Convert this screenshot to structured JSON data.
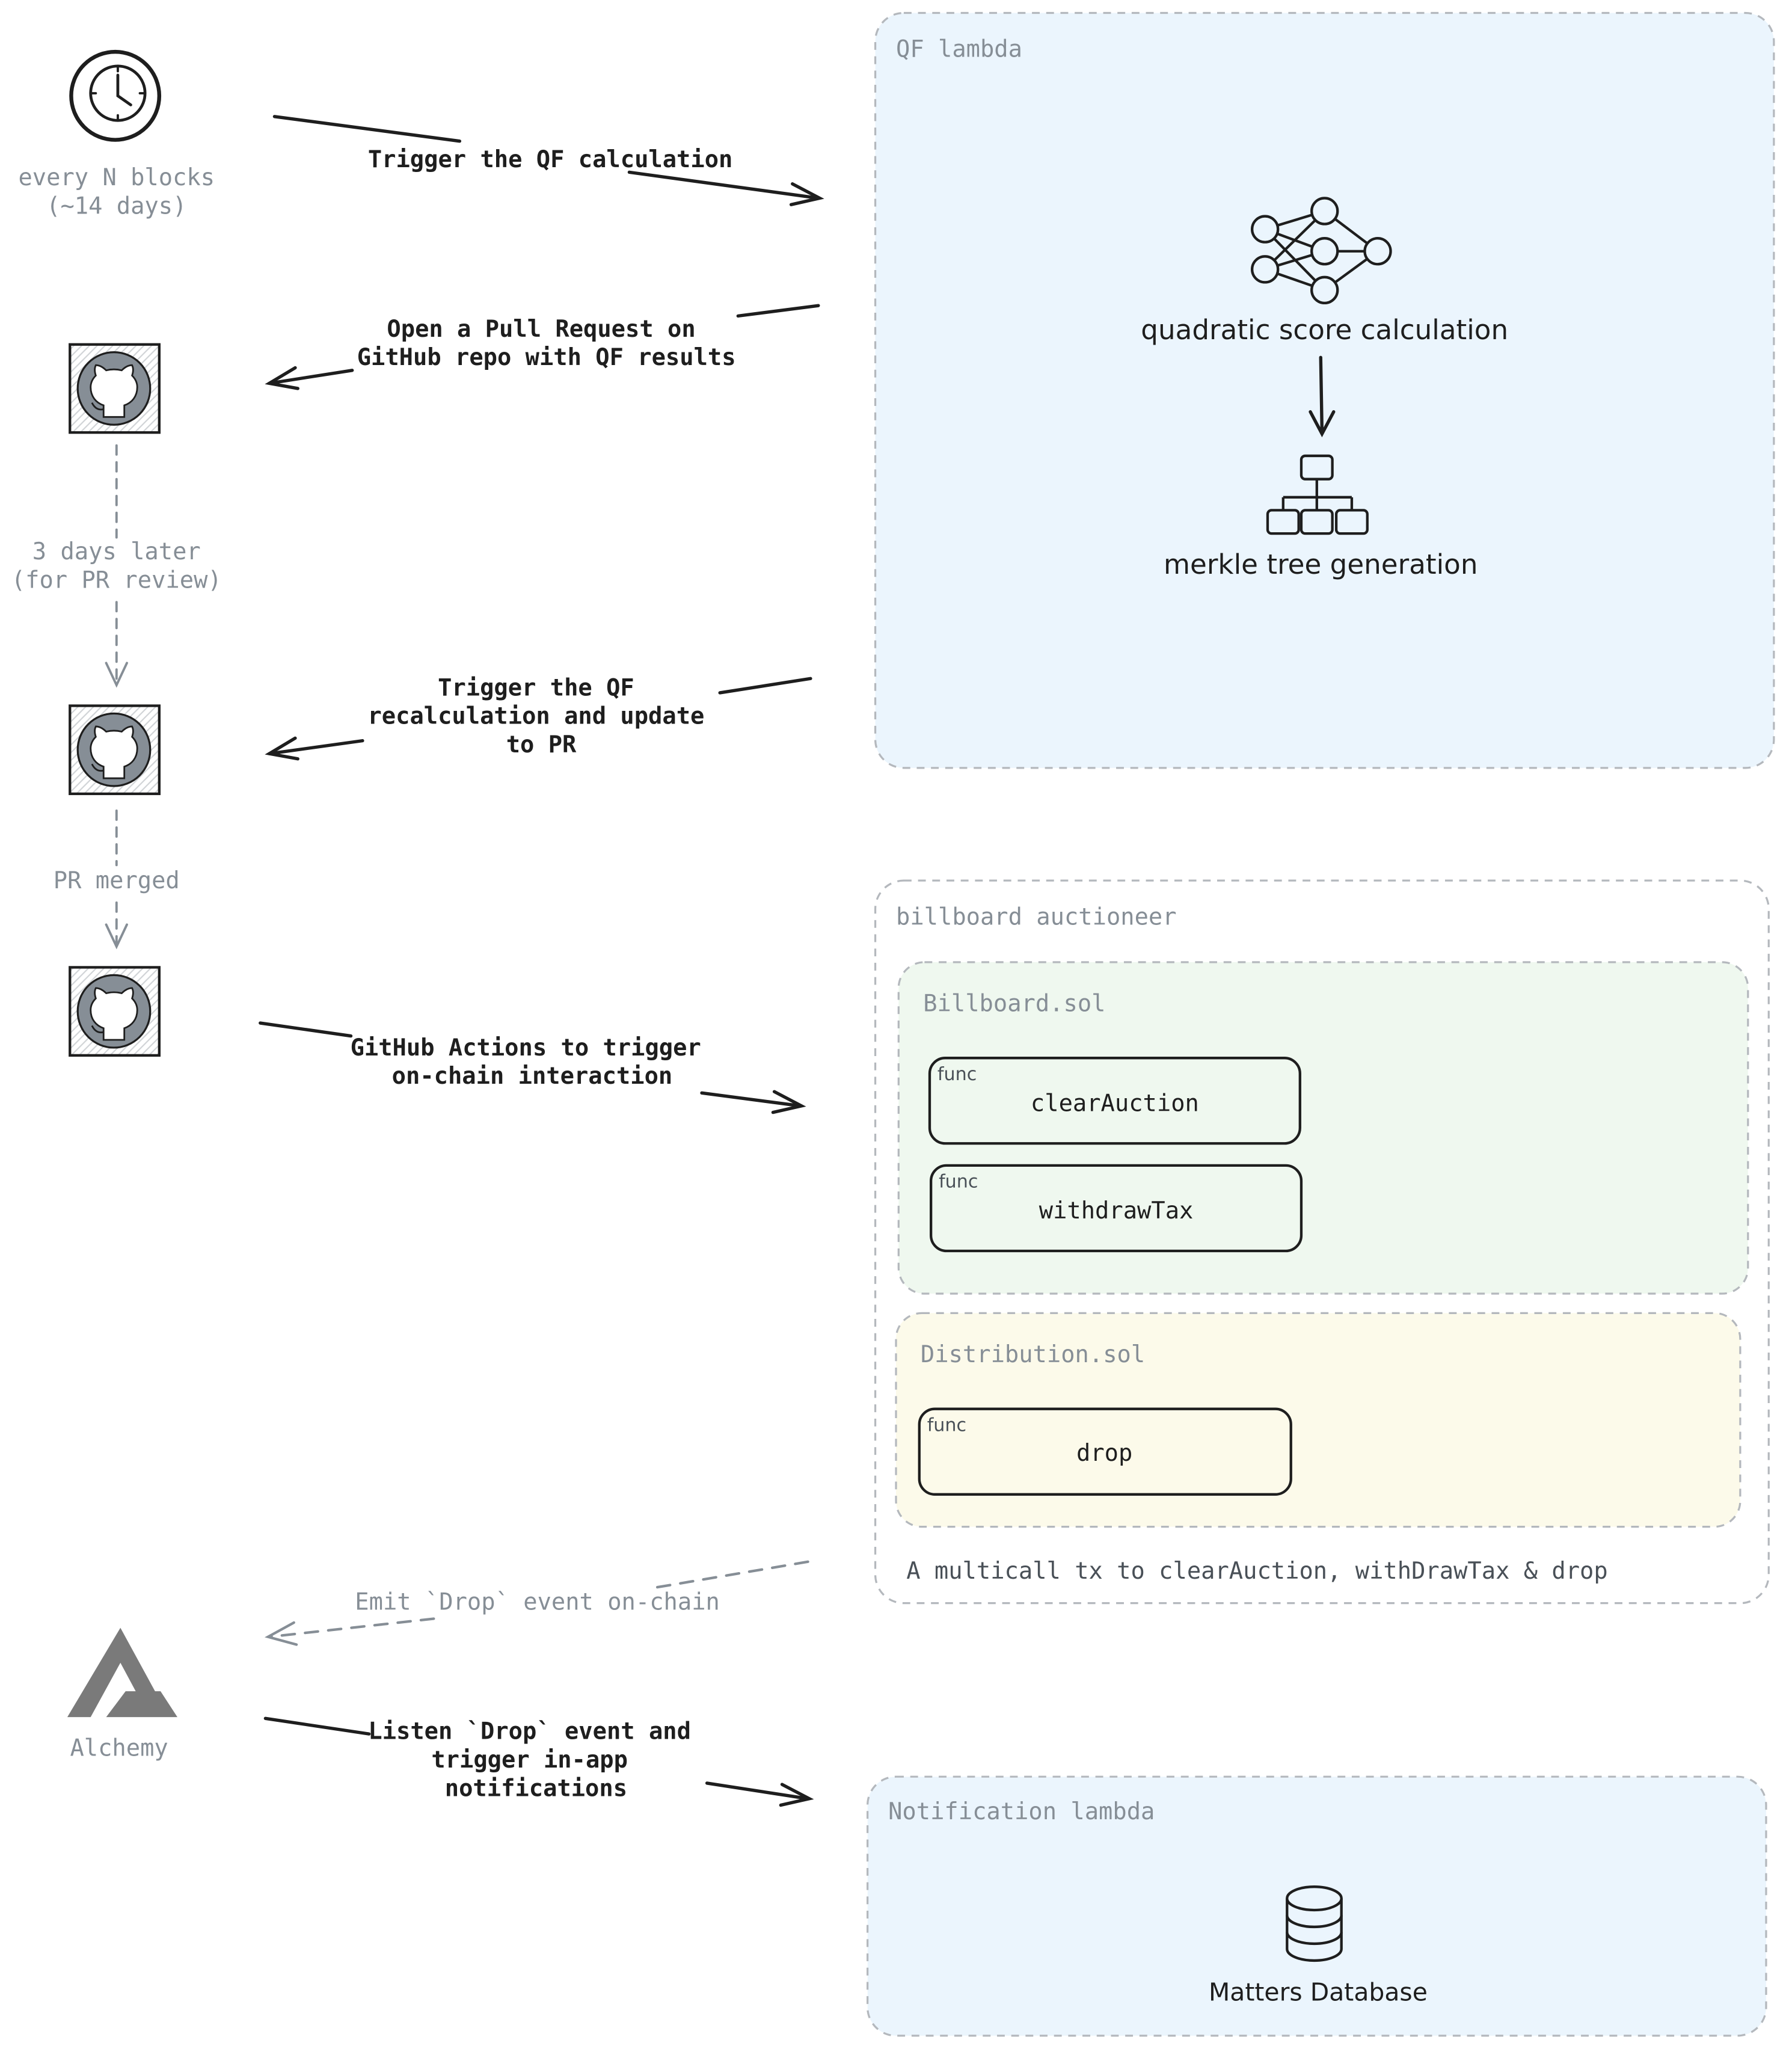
{
  "left": {
    "clock_caption": [
      "every N blocks",
      "(~14 days)"
    ],
    "wait_caption": [
      "3 days later",
      "(for PR review)"
    ],
    "merged_caption": "PR merged",
    "alchemy_caption": "Alchemy"
  },
  "arrows": {
    "trigger_qf": "Trigger the QF calculation",
    "open_pr": [
      "Open a Pull Request on",
      "GitHub repo with QF results"
    ],
    "recalc": [
      "Trigger the QF",
      "recalculation and update",
      "to PR"
    ],
    "gh_actions": [
      "GitHub Actions to trigger",
      "on-chain interaction"
    ],
    "emit_drop": "Emit `Drop` event on-chain",
    "listen_drop": [
      "Listen `Drop` event and",
      "trigger in-app",
      "notifications"
    ]
  },
  "qf_lambda": {
    "title": "QF lambda",
    "step1": "quadratic score calculation",
    "step2": "merkle tree generation"
  },
  "auctioneer": {
    "title": "billboard auctioneer",
    "billboard": {
      "title": "Billboard.sol",
      "funcs": [
        {
          "tag": "func",
          "name": "clearAuction"
        },
        {
          "tag": "func",
          "name": "withdrawTax"
        }
      ]
    },
    "distribution": {
      "title": "Distribution.sol",
      "funcs": [
        {
          "tag": "func",
          "name": "drop"
        }
      ]
    },
    "note": "A multicall tx to clearAuction, withDrawTax & drop"
  },
  "notification_lambda": {
    "title": "Notification lambda",
    "db_label": "Matters Database"
  },
  "colors": {
    "blue_fill": "#ebf5fd",
    "green_fill": "#eff8ef",
    "yellow_fill": "#fcfaea",
    "dash": "#b4b8bd",
    "ink": "#1e1e1e",
    "grey_text": "#868e96"
  }
}
